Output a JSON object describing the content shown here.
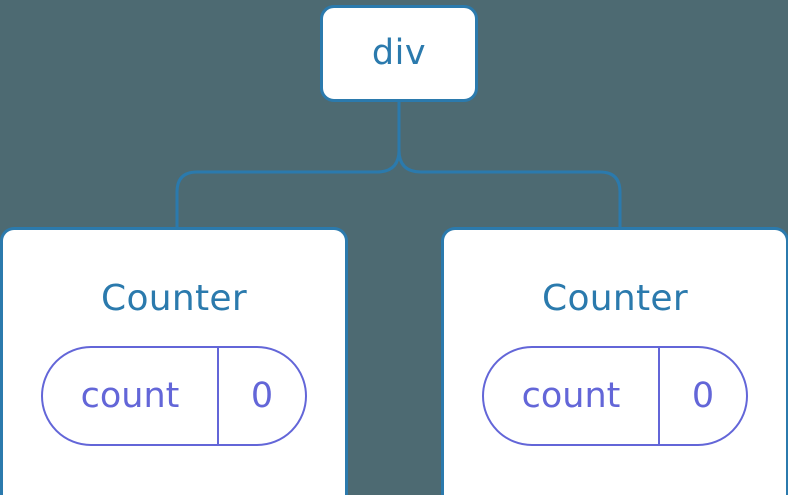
{
  "diagram": {
    "type": "component-tree",
    "background_color": "#4d6a72",
    "node_border_color": "#2b7aad",
    "node_text_color": "#2b7aad",
    "pill_color": "#6366d8",
    "connector_color": "#2b7aad",
    "root": {
      "label": "div"
    },
    "children": [
      {
        "label": "Counter",
        "state": {
          "key": "count",
          "value": "0"
        }
      },
      {
        "label": "Counter",
        "state": {
          "key": "count",
          "value": "0"
        }
      }
    ]
  }
}
